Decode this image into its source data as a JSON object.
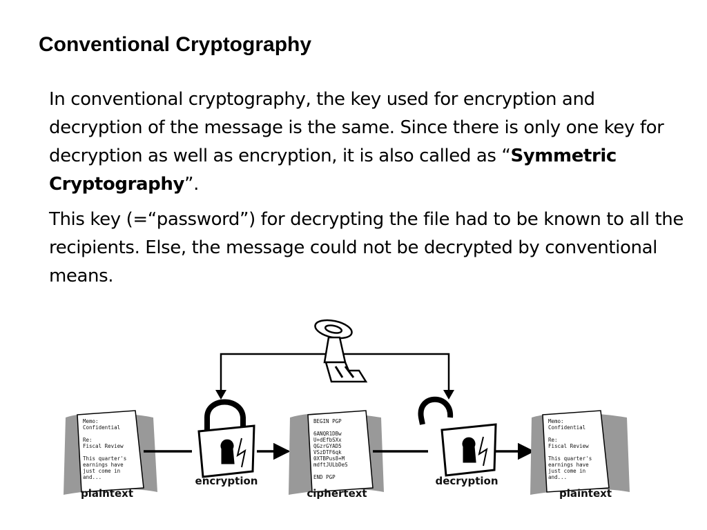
{
  "slide": {
    "title": "Conventional Cryptography",
    "para1": {
      "before": "In conventional cryptography, the key used for encryption and decryption of the message is the same. Since there is only one key for decryption as well as encryption, it is also called as “",
      "bold": "Symmetric Cryptography",
      "after": "”."
    },
    "para2": "This key (=“password”) for decrypting the file had to be known to all the recipients. Else, the message could not be decrypted by conventional means."
  },
  "diagram": {
    "labels": {
      "plaintext_left": "plaintext",
      "encryption": "encryption",
      "ciphertext": "ciphertext",
      "decryption": "decryption",
      "plaintext_right": "plaintext"
    },
    "memo_left": [
      "Memo:",
      "Confidential",
      "",
      "Re:",
      "Fiscal Review",
      "",
      "This quarter's",
      "earnings have",
      "just come in",
      "and..."
    ],
    "cipher_doc": [
      "BEGIN PGP",
      "",
      "6ANQR1DBw",
      "U+dEfbSXx",
      "QGzrGYAD5",
      "VSzDTF6qk",
      "0XTBPus8+M",
      "mdftJULbDeS",
      "",
      "END PGP"
    ],
    "memo_right": [
      "Memo:",
      "Confidential",
      "",
      "Re:",
      "Fiscal Review",
      "",
      "This quarter's",
      "earnings have",
      "just come in",
      "and..."
    ]
  }
}
